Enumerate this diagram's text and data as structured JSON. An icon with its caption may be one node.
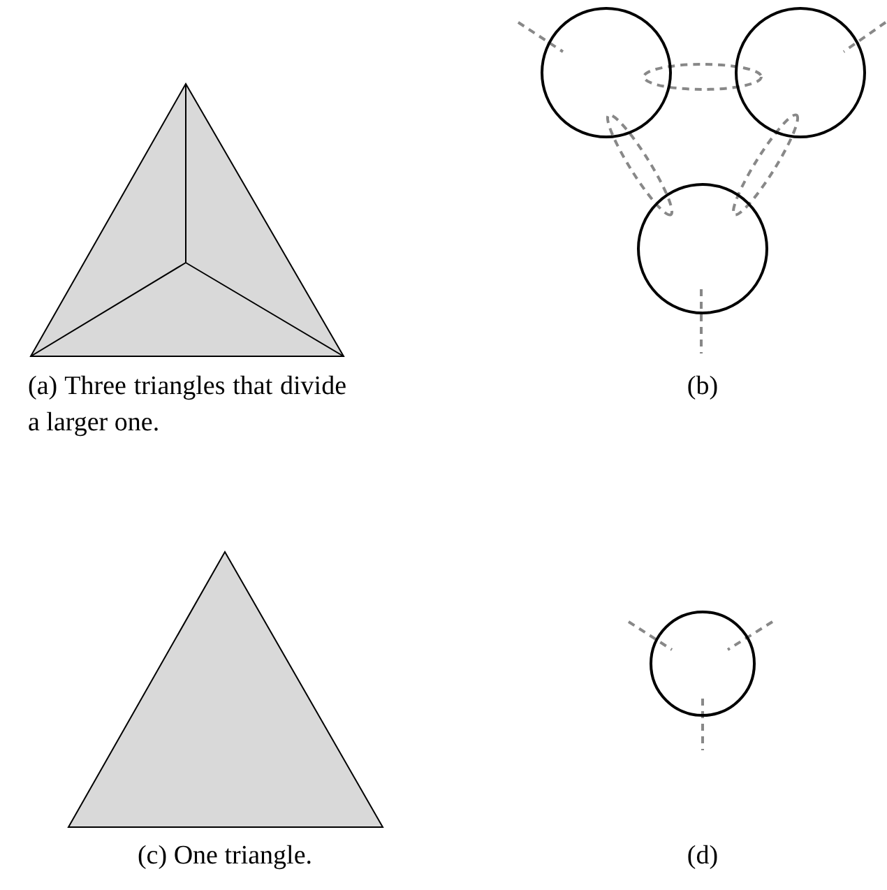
{
  "diagram": {
    "labels": [
      "(a) Three triangles that divide a larger one.",
      "(b)",
      "(c) One triangle.",
      "(d)"
    ]
  }
}
